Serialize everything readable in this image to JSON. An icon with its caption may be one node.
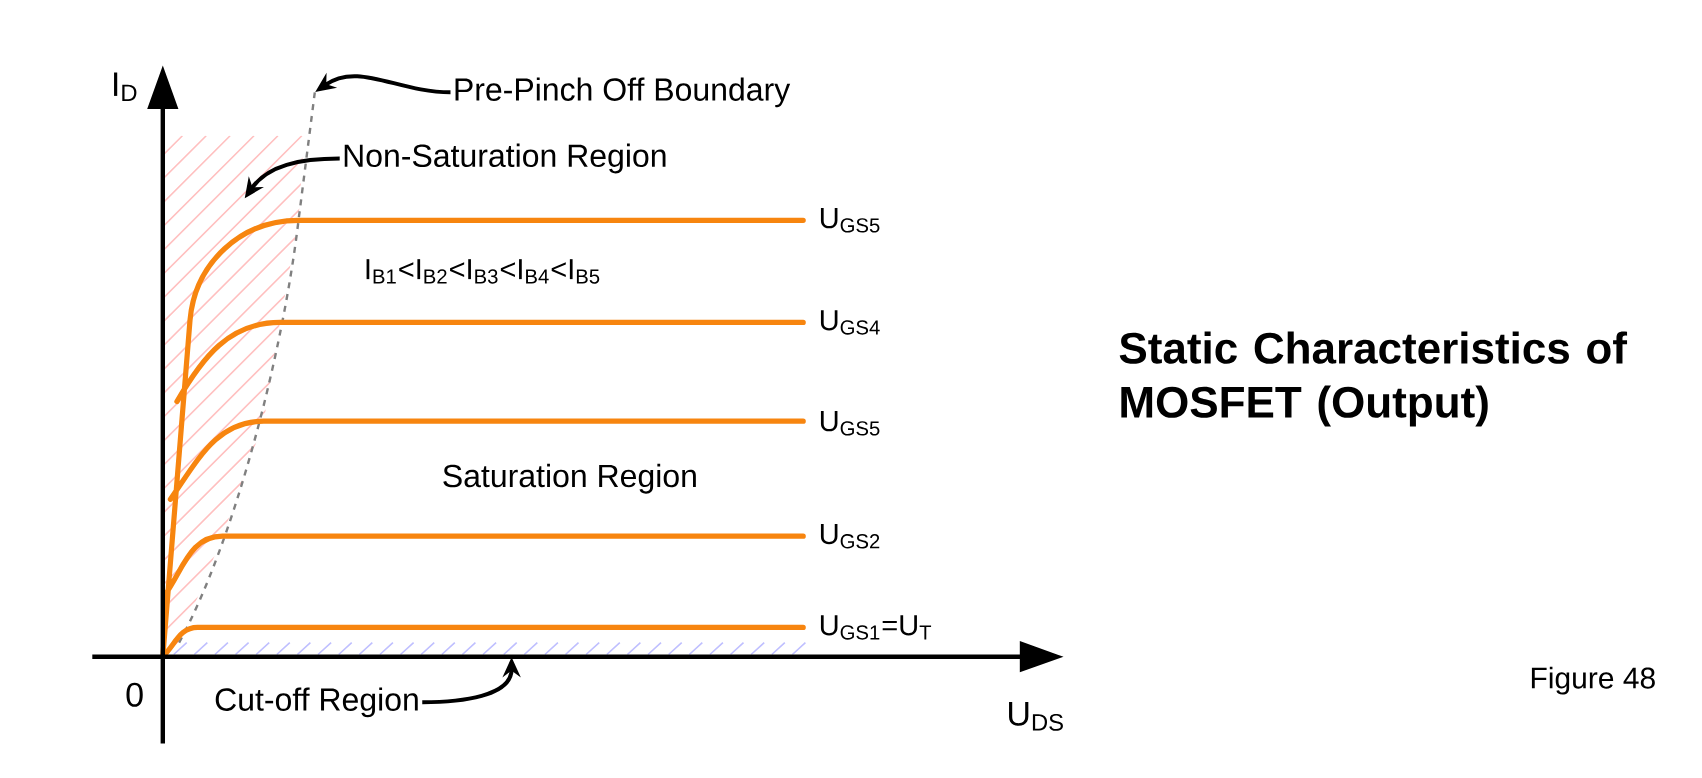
{
  "diagram": {
    "title": "Static Characteristics of MOSFET (Output)",
    "caption": "Figure 48",
    "nodes": [
      {
        "text": [
          "Pre-Pinch Off Boundary"
        ]
      },
      {
        "text": [
          "Non-Saturation Region"
        ]
      },
      {
        "text": [
          "Cut-off Region"
        ]
      },
      {
        "text": [],
        "shape": "line"
      },
      {
        "text": [],
        "shape": "area"
      },
      {
        "text": [],
        "shape": "area"
      }
    ],
    "edges": [
      {
        "from": 0,
        "to": 3,
        "arrow": "to"
      },
      {
        "from": 1,
        "to": 4,
        "arrow": "to"
      },
      {
        "from": 2,
        "to": 5,
        "arrow": "to"
      }
    ],
    "labels": [
      "I$_{D}$",
      "U$_{GS5}$",
      "I$_{B1}$<I$_{B2}$<I$_{B3}$<I$_{B4}$<I$_{B5}$",
      "U$_{GS4}$",
      "U$_{GS5}$",
      "Saturation Region",
      "U$_{GS2}$",
      "U$_{GS1}$=U$_{T}$",
      "0",
      "U$_{DS}$"
    ]
  }
}
